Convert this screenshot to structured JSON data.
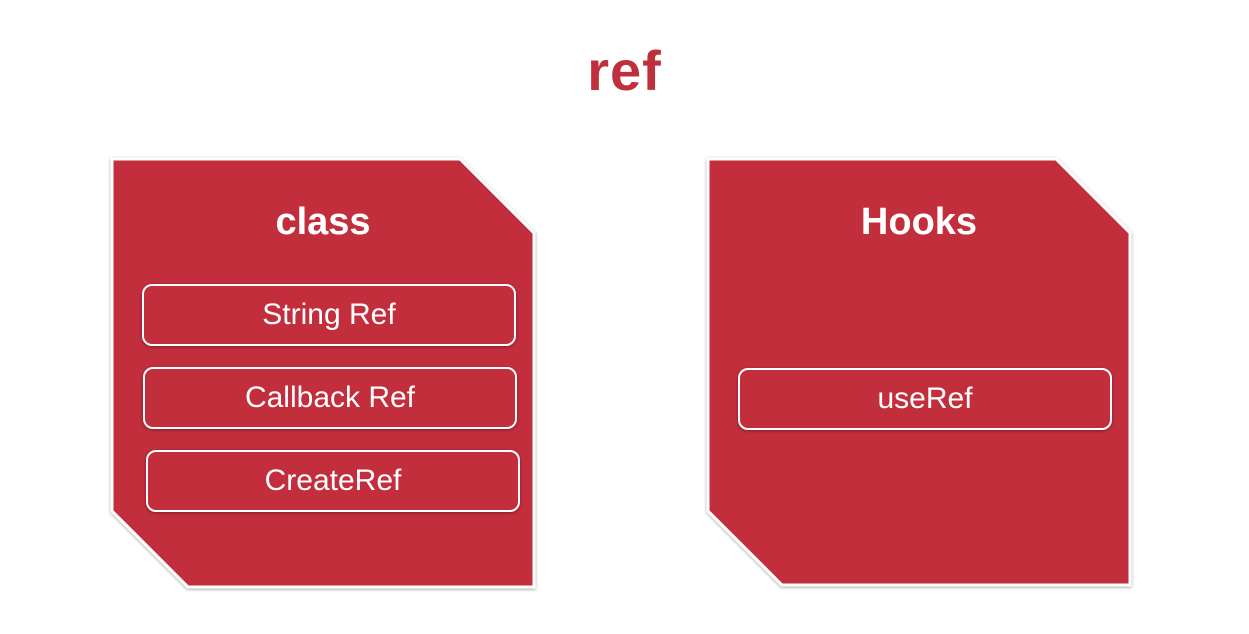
{
  "title": "ref",
  "colors": {
    "accent": "#c32e3d",
    "title": "#c0303c",
    "text_on_accent": "#ffffff"
  },
  "panels": [
    {
      "heading": "class",
      "items": [
        "String Ref",
        "Callback Ref",
        "CreateRef"
      ]
    },
    {
      "heading": "Hooks",
      "items": [
        "useRef"
      ]
    }
  ]
}
